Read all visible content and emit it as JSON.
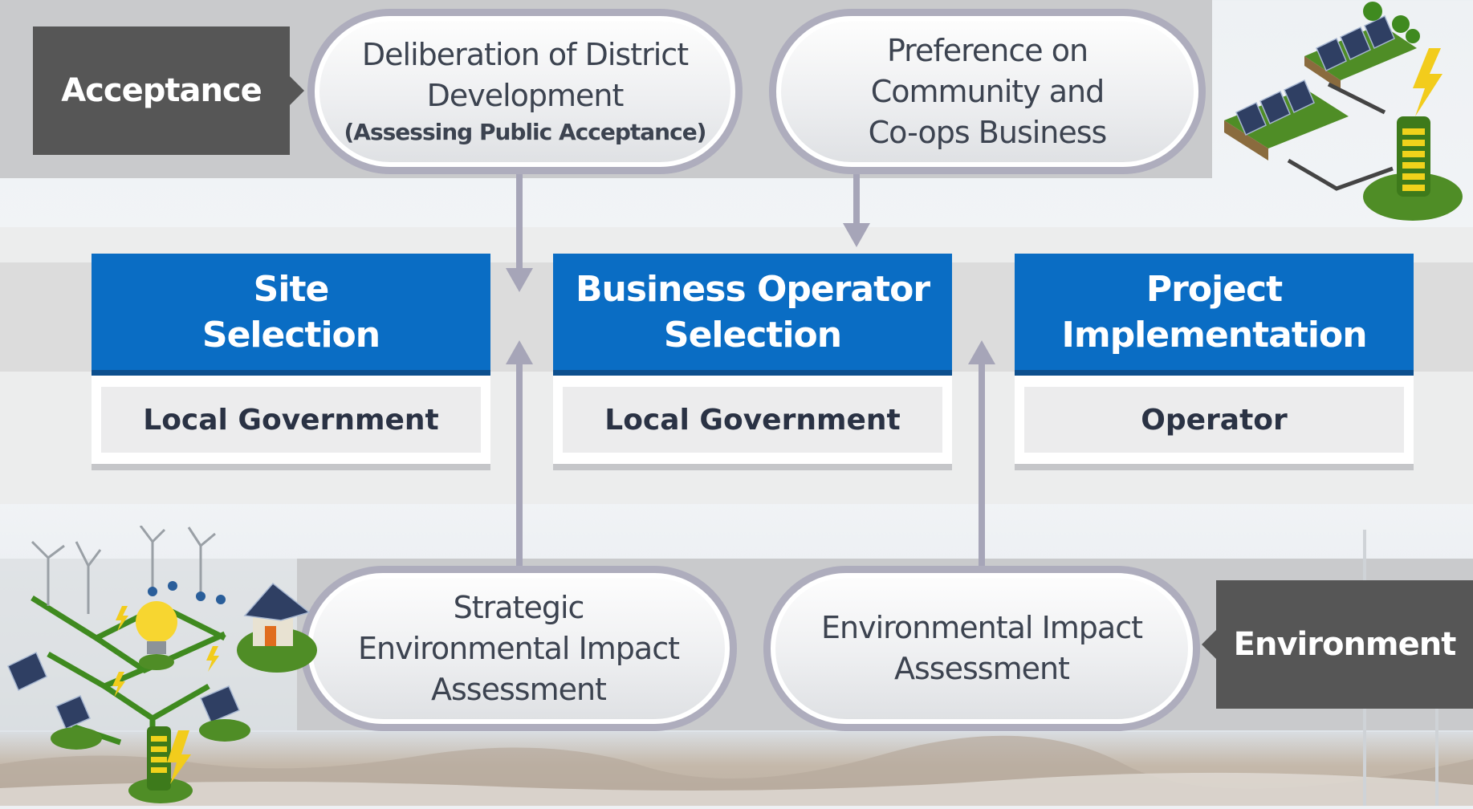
{
  "tags": {
    "acceptance": "Acceptance",
    "environment": "Environment"
  },
  "top_pills": [
    {
      "lines": [
        "Deliberation of District",
        "Development"
      ],
      "sub": "(Assessing Public Acceptance)"
    },
    {
      "lines": [
        "Preference on",
        "Community and",
        "Co-ops Business"
      ]
    }
  ],
  "stages": [
    {
      "title": [
        "Site",
        "Selection"
      ],
      "actor": "Local Government"
    },
    {
      "title": [
        "Business Operator",
        "Selection"
      ],
      "actor": "Local Government"
    },
    {
      "title": [
        "Project",
        "Implementation"
      ],
      "actor": "Operator"
    }
  ],
  "bottom_pills": [
    {
      "lines": [
        "Strategic",
        "Environmental Impact",
        "Assessment"
      ]
    },
    {
      "lines": [
        "Environmental Impact",
        "Assessment"
      ]
    }
  ],
  "colors": {
    "stage_blue": "#0a6dc4",
    "tag_gray": "#565656",
    "arrow": "#a6a5b8"
  },
  "icons": [
    "solar-farm-battery-illustration",
    "renewable-grid-illustration"
  ]
}
